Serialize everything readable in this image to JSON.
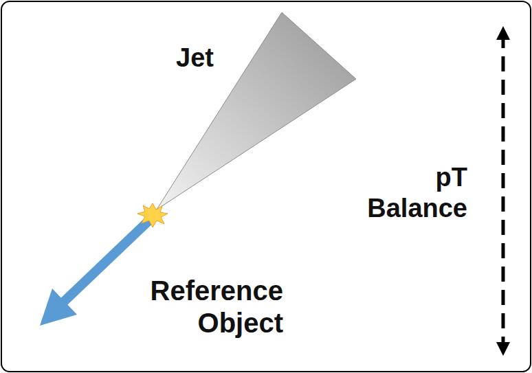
{
  "diagram": {
    "labels": [
      "Jet",
      "pT Balance",
      "Reference Object"
    ]
  }
}
